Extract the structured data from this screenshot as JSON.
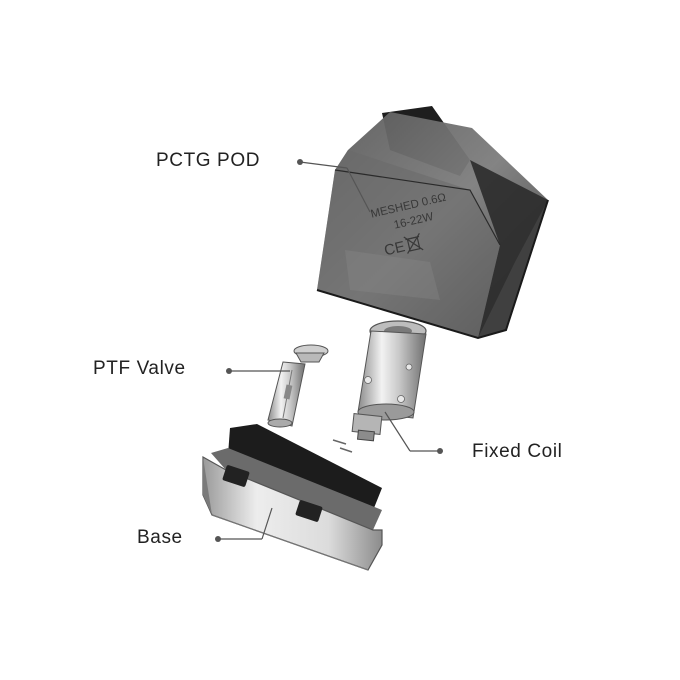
{
  "diagram": {
    "parts": [
      {
        "id": "pod",
        "label": "PCTG POD",
        "pod_markings": {
          "line1": "MESHED 0.6Ω",
          "line2": "16-22W",
          "ce": "CE"
        }
      },
      {
        "id": "valve",
        "label": "PTF Valve"
      },
      {
        "id": "coil",
        "label": "Fixed Coil"
      },
      {
        "id": "base",
        "label": "Base"
      }
    ],
    "colors": {
      "pod_body": "#3a3a3a",
      "leader_line": "#555555",
      "label_text": "#222222",
      "metal": "#c8c8c8"
    }
  }
}
